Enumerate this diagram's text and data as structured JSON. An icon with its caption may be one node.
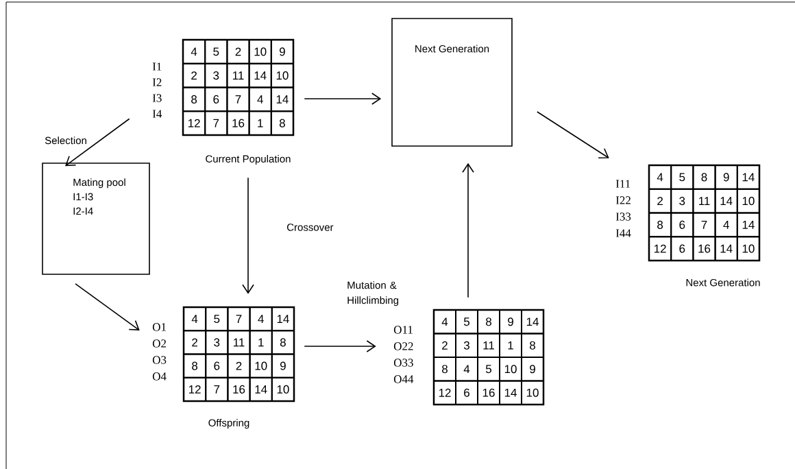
{
  "diagram": {
    "nodes": [
      {
        "text": [
          "4",
          "5",
          "2",
          "10",
          "9",
          "2",
          "3",
          "11",
          "14",
          "10",
          "8",
          "6",
          "7",
          "4",
          "14",
          "12",
          "7",
          "16",
          "1",
          "8"
        ],
        "beside": [
          "I1",
          "I2",
          "I3",
          "I4",
          "Current Population"
        ]
      },
      {
        "text": [
          "Next Generation"
        ]
      },
      {
        "text": [
          "Mating pool",
          "I1-I3",
          "I2-I4"
        ]
      },
      {
        "text": [
          "4",
          "5",
          "8",
          "9",
          "14",
          "2",
          "3",
          "11",
          "14",
          "10",
          "8",
          "6",
          "7",
          "4",
          "14",
          "12",
          "6",
          "16",
          "14",
          "10"
        ],
        "beside": [
          "I11",
          "I22",
          "I33",
          "I44",
          "Next Generation"
        ]
      },
      {
        "text": [
          "4",
          "5",
          "7",
          "4",
          "14",
          "2",
          "3",
          "11",
          "1",
          "8",
          "8",
          "6",
          "2",
          "10",
          "9",
          "12",
          "7",
          "16",
          "14",
          "10"
        ],
        "beside": [
          "O1",
          "O2",
          "O3",
          "O4",
          "Offspring"
        ]
      },
      {
        "text": [
          "4",
          "5",
          "8",
          "9",
          "14",
          "2",
          "3",
          "11",
          "1",
          "8",
          "8",
          "4",
          "5",
          "10",
          "9",
          "12",
          "6",
          "16",
          "14",
          "10"
        ],
        "beside": [
          "O11",
          "O22",
          "O33",
          "O44"
        ]
      }
    ],
    "edges": [
      {
        "from": 0,
        "to": 1,
        "arrow": "to"
      },
      {
        "from": 1,
        "to": 3,
        "arrow": "to"
      },
      {
        "from": 0,
        "to": 2,
        "arrow": "to",
        "label": "Selection"
      },
      {
        "from": 0,
        "to": 4,
        "arrow": "to",
        "label": "Crossover"
      },
      {
        "from": 2,
        "to": 4,
        "arrow": "to"
      },
      {
        "from": 4,
        "to": 5,
        "arrow": "to",
        "label": "Mutation & Hillclimbing"
      },
      {
        "from": 5,
        "to": 1,
        "arrow": "to"
      }
    ]
  }
}
